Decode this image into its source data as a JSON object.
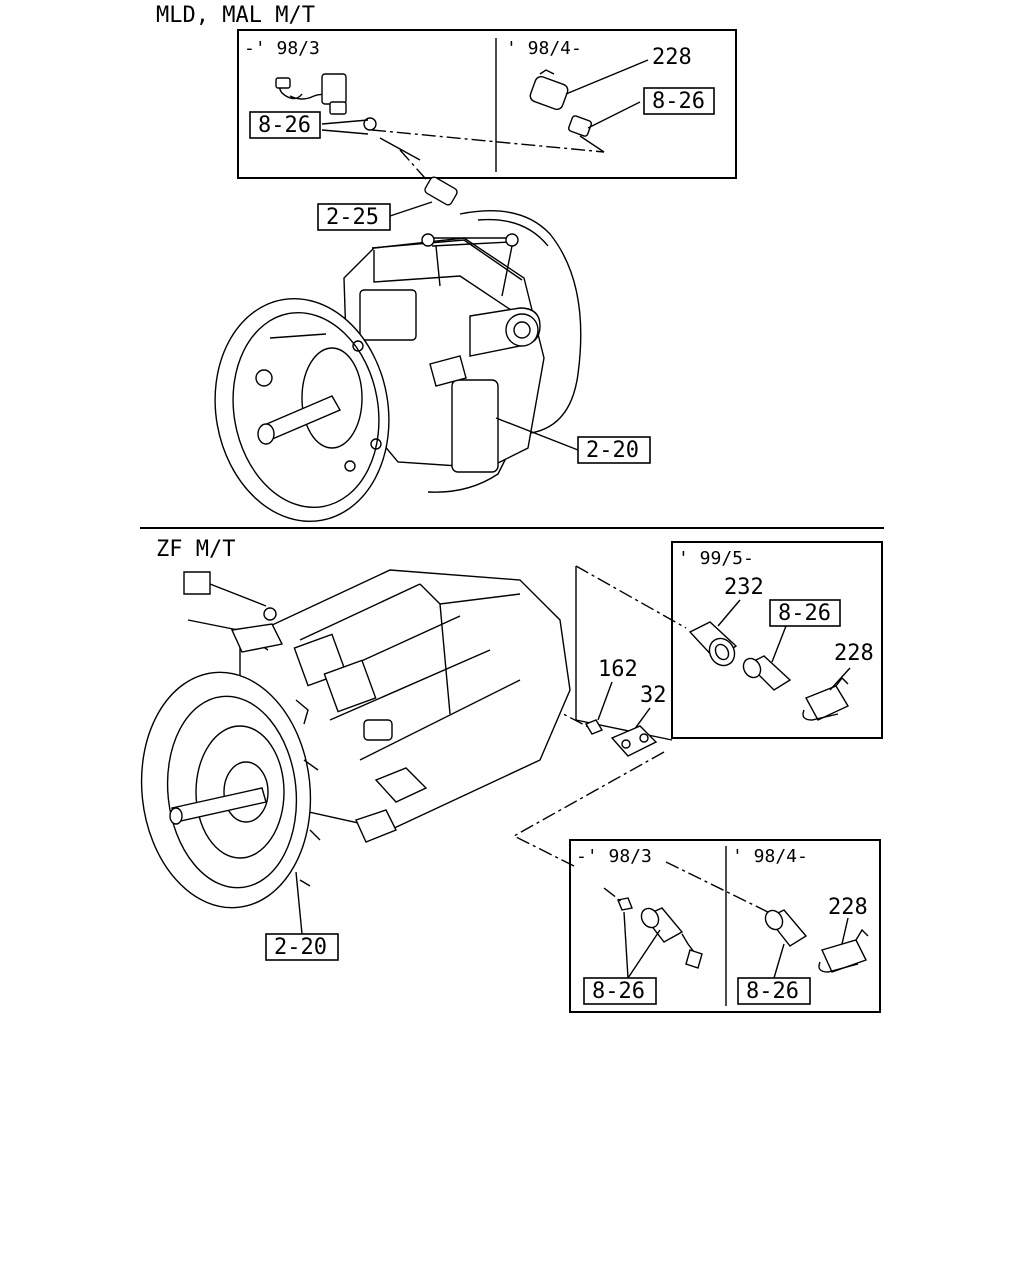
{
  "sections": {
    "top_title": "MLD, MAL  M/T",
    "bottom_title": "ZF  M/T"
  },
  "top_inset": {
    "left_period": "-' 98/3",
    "right_period": "' 98/4-",
    "part_228": "228",
    "ref_8_26_right": "8-26",
    "ref_8_26_left": "8-26"
  },
  "top_main": {
    "ref_2_25": "2-25",
    "ref_2_20": "2-20"
  },
  "zf_inset_right": {
    "period": "' 99/5-",
    "part_232": "232",
    "ref_8_26": "8-26",
    "part_228": "228"
  },
  "zf_main": {
    "part_162": "162",
    "part_32": "32",
    "ref_2_20": "2-20"
  },
  "zf_inset_bottom": {
    "left_period": "-' 98/3",
    "right_period": "' 98/4-",
    "part_228": "228",
    "ref_8_26_left": "8-26",
    "ref_8_26_right": "8-26"
  }
}
